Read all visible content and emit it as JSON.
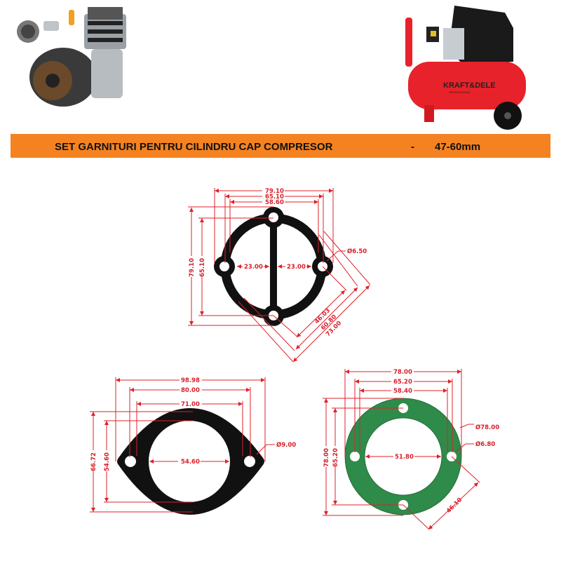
{
  "banner": {
    "title": "SET GARNITURI PENTRU CILINDRU CAP COMPRESOR",
    "separator": "-",
    "size_range": "47-60mm",
    "color": "#f58220"
  },
  "photos": {
    "compressor_brand": "KRAFT&DELE",
    "compressor_subtitle": "PROFESSIONAL",
    "compressor_color": "#e8222a"
  },
  "gasket_1": {
    "color": "#111111",
    "width_outer": "79.10",
    "width_holes": "65.10",
    "width_inner": "58.60",
    "height_outer": "79.10",
    "height_holes": "65.10",
    "left_gap": "23.00",
    "right_gap": "23.00",
    "hole_diameter": "Ø6.50",
    "diag_1": "46.03",
    "diag_2": "60.80",
    "diag_3": "73.00"
  },
  "gasket_2": {
    "color": "#111111",
    "width_outer": "98.98",
    "width_holes": "80.00",
    "width_inner": "71.00",
    "height_outer": "66.72",
    "height_inner": "54.60",
    "bore": "54.60",
    "hole_diameter": "Ø9.00"
  },
  "gasket_3": {
    "color": "#2e8b4a",
    "width_outer": "78.00",
    "width_holes": "65.20",
    "width_inner": "58.40",
    "height_outer": "78.00",
    "height_holes": "65.20",
    "bore": "51.80",
    "outer_diameter": "Ø78.00",
    "hole_diameter": "Ø6.80",
    "diag": "46.10"
  }
}
